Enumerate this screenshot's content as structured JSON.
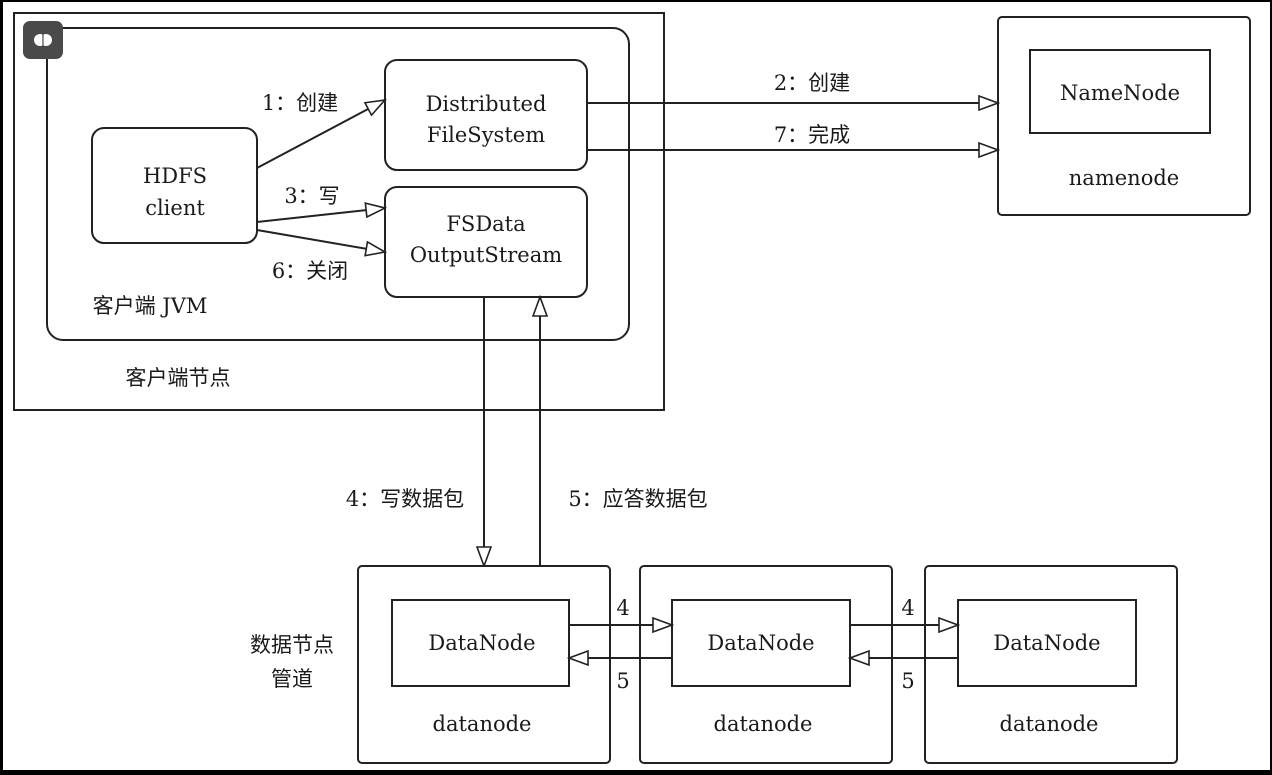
{
  "client_node": {
    "label": "客户端节点",
    "jvm_label": "客户端 JVM",
    "icon": "brain-icon"
  },
  "hdfs_client": {
    "line1": "HDFS",
    "line2": "client"
  },
  "dfs": {
    "line1": "Distributed",
    "line2": "FileSystem"
  },
  "fsdos": {
    "line1": "FSData",
    "line2": "OutputStream"
  },
  "namenode": {
    "inner": "NameNode",
    "outer": "namenode"
  },
  "pipeline_label": {
    "line1": "数据节点",
    "line2": "管道"
  },
  "datanodes": [
    {
      "inner": "DataNode",
      "outer": "datanode"
    },
    {
      "inner": "DataNode",
      "outer": "datanode"
    },
    {
      "inner": "DataNode",
      "outer": "datanode"
    }
  ],
  "arrows": {
    "create1": "1：创建",
    "create2": "2：创建",
    "write3": "3：写",
    "write_packet4": "4：写数据包",
    "ack_packet5": "5：应答数据包",
    "close6": "6：关闭",
    "complete7": "7：完成",
    "dn_write": "4",
    "dn_ack": "5"
  }
}
